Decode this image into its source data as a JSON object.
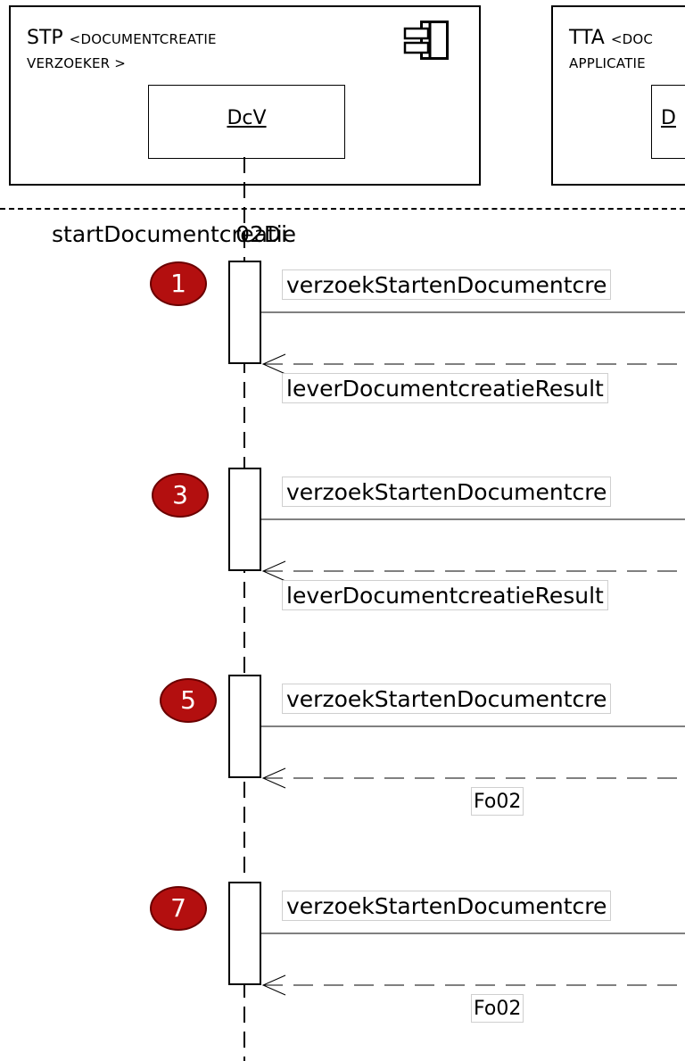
{
  "lifelines": [
    {
      "title": "STP",
      "stereotype_line1": "<DOCUMENTCREATIE",
      "stereotype_line2": "VERZOEKER >",
      "instance": "DcV",
      "icon": "component-icon"
    },
    {
      "title": "TTA",
      "stereotype_line1": "<DOC",
      "stereotype_line2": "APPLICATIE",
      "instance": "D"
    }
  ],
  "fragment_label": "startDocumentcreatie",
  "fragment_suffix": "02Di",
  "messages": [
    {
      "step": "1",
      "call": "verzoekStartenDocumentcre",
      "reply": "leverDocumentcreatieResult"
    },
    {
      "step": "3",
      "call": "verzoekStartenDocumentcre",
      "reply": "leverDocumentcreatieResult"
    },
    {
      "step": "5",
      "call": "verzoekStartenDocumentcre",
      "reply": "Fo02"
    },
    {
      "step": "7",
      "call": "verzoekStartenDocumentcre",
      "reply": "Fo02"
    }
  ],
  "colors": {
    "step_badge": "#b30f0f",
    "step_badge_border": "#6a0000",
    "label_border": "#cfcfcf"
  }
}
